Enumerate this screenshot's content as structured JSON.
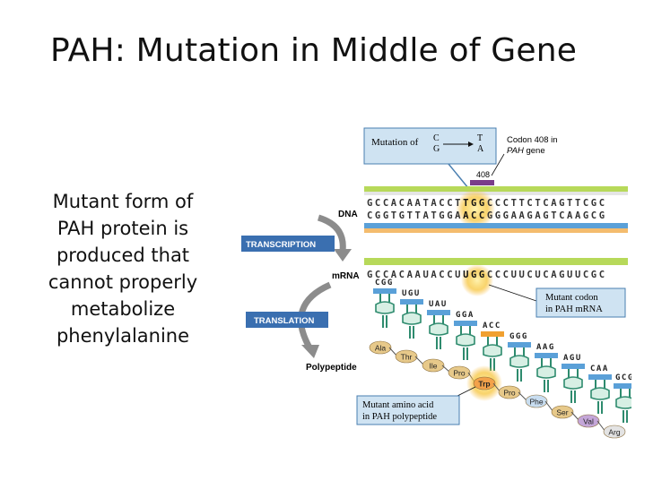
{
  "title": "PAH: Mutation in Middle of Gene",
  "side_text": [
    "Mutant form of",
    "PAH protein is",
    "produced that",
    "cannot properly",
    "metabolize",
    "phenylalanine"
  ],
  "diagram": {
    "mutation_box": {
      "prefix": "Mutation of",
      "from_top": "C",
      "from_bottom": "G",
      "to_top": "T",
      "to_bottom": "A"
    },
    "codon_label": {
      "line1": "Codon 408 in",
      "line2_italic": "PAH",
      "line2_rest": "gene"
    },
    "codon_number": "408",
    "dna_label": "DNA",
    "dna_top_pre": "GCCACAATACCT",
    "dna_top_mut": "TGG",
    "dna_top_post": "CCCTTCTCAGTTCGC",
    "dna_bottom_pre": "CGGTGTTATGGA",
    "dna_bottom_mut": "ACC",
    "dna_bottom_post": "GGGAAGAGTCAAGCG",
    "transcription_label": "TRANSCRIPTION",
    "mrna_label": "mRNA",
    "mrna_pre": "GCCACAAUACCU",
    "mrna_mut": "UGG",
    "mrna_post": "CCCUUCUCAGUUCGC",
    "anticodons": [
      "CGG",
      "UGU",
      "UAU",
      "GGA",
      "ACC",
      "GGG",
      "AAG",
      "AGU",
      "CAA",
      "GCG"
    ],
    "mutant_codon_box": [
      "Mutant codon",
      "in PAH mRNA"
    ],
    "translation_label": "TRANSLATION",
    "polypeptide_label": "Polypeptide",
    "amino_acids": [
      "Ala",
      "Thr",
      "Ile",
      "Pro",
      "Trp",
      "Pro",
      "Phe",
      "Ser",
      "Val",
      "Arg"
    ],
    "mutant_amino_box": [
      "Mutant amino acid",
      "in PAH polypeptide"
    ],
    "colors": {
      "box_fill": "#cfe3f2",
      "box_stroke": "#4a7fb0",
      "arrow_gray": "#8c8c8c",
      "highlight": "#f7b733",
      "codon_purple": "#7a3d8a"
    }
  }
}
